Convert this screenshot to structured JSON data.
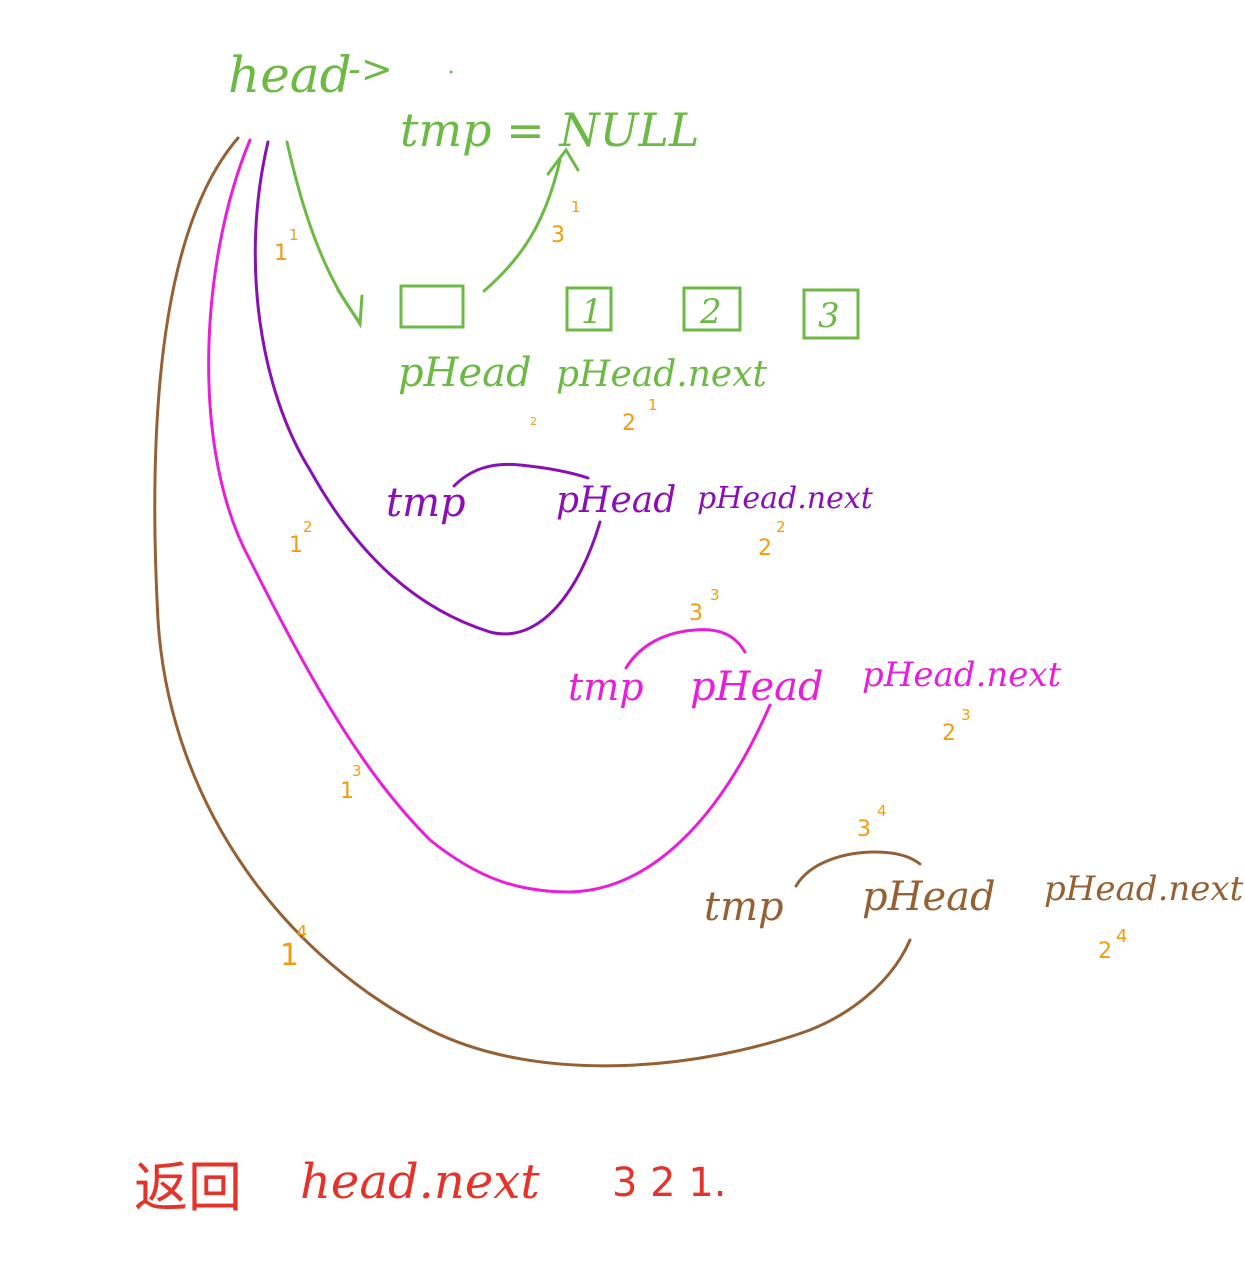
{
  "colors": {
    "step1": "#6cba45",
    "step2": "#8a10b4",
    "step3": "#e81fd8",
    "step4": "#956134",
    "label": "#f29c0c",
    "result": "#e4332a"
  },
  "top": {
    "head_label": "head",
    "head_arrow": "->",
    "tmp_null": "tmp = NULL",
    "node_values": [
      "1",
      "2",
      "3"
    ],
    "phead_label": "pHead",
    "phead_next_label": "pHead.next"
  },
  "step_marks": {
    "s1": {
      "a": "1",
      "a_sup": "1",
      "b": "3",
      "b_sup": "1",
      "c": "2",
      "c_sup": "1",
      "d": "2"
    },
    "s2": {
      "a": "1",
      "a_sup": "2",
      "c": "2",
      "c_sup": "2"
    },
    "s3": {
      "a": "1",
      "a_sup": "3",
      "b": "3",
      "b_sup": "3",
      "c": "2",
      "c_sup": "3"
    },
    "s4": {
      "a": "1",
      "a_sup": "4",
      "b": "3",
      "b_sup": "4",
      "c": "2",
      "c_sup": "4"
    }
  },
  "rows": [
    {
      "tmp": "tmp",
      "phead": "pHead",
      "phead_next": "pHead.next"
    },
    {
      "tmp": "tmp",
      "phead": "pHead",
      "phead_next": "pHead.next"
    },
    {
      "tmp": "tmp",
      "phead": "pHead",
      "phead_next": "pHead.next."
    }
  ],
  "result": {
    "prefix": "返回",
    "expr": "head.next",
    "values": "3 2 1."
  }
}
